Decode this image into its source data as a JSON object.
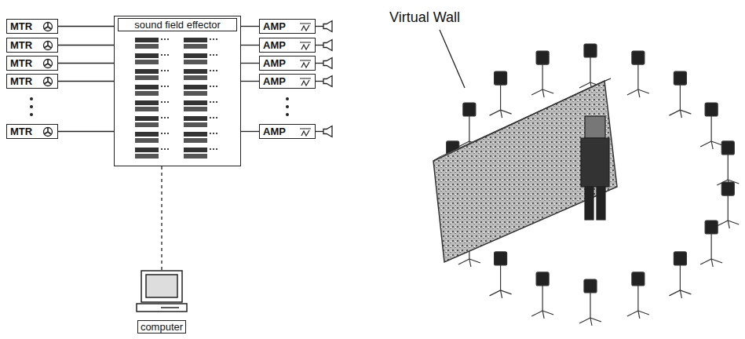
{
  "diagram": {
    "nodes": [
      {
        "text": [
          "MTR"
        ]
      },
      {
        "text": [
          "MTR"
        ]
      },
      {
        "text": [
          "MTR"
        ]
      },
      {
        "text": [
          "MTR"
        ]
      },
      {
        "text": [
          "MTR"
        ]
      },
      {
        "text": [
          "sound field effector"
        ]
      },
      {
        "text": [
          "AMP"
        ]
      },
      {
        "text": [
          "AMP"
        ]
      },
      {
        "text": [
          "AMP"
        ]
      },
      {
        "text": [
          "AMP"
        ]
      },
      {
        "text": [
          "AMP"
        ]
      },
      {
        "text": [
          "computer"
        ]
      }
    ],
    "edges": [
      {
        "from": 0,
        "to": 5,
        "arrow": "none"
      },
      {
        "from": 1,
        "to": 5,
        "arrow": "none"
      },
      {
        "from": 2,
        "to": 5,
        "arrow": "none"
      },
      {
        "from": 3,
        "to": 5,
        "arrow": "none"
      },
      {
        "from": 4,
        "to": 5,
        "arrow": "none"
      },
      {
        "from": 5,
        "to": 6,
        "arrow": "none"
      },
      {
        "from": 5,
        "to": 7,
        "arrow": "none"
      },
      {
        "from": 5,
        "to": 8,
        "arrow": "none"
      },
      {
        "from": 5,
        "to": 9,
        "arrow": "none"
      },
      {
        "from": 5,
        "to": 10,
        "arrow": "none"
      },
      {
        "from": 5,
        "to": 11,
        "arrow": "none"
      }
    ],
    "labels": [
      "Virtual Wall"
    ]
  }
}
